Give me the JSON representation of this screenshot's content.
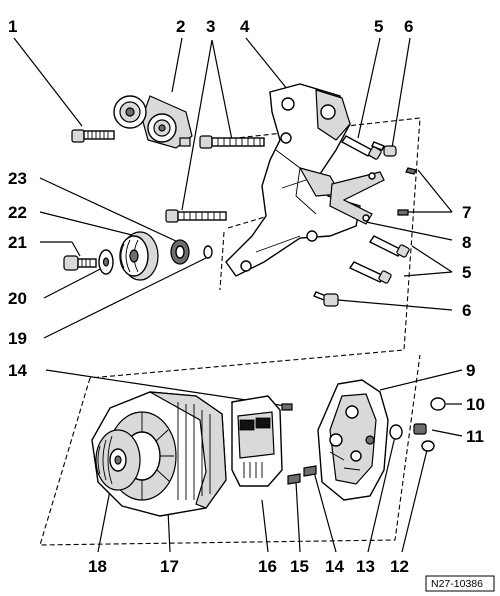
{
  "diagram": {
    "reference": "N27-10386",
    "callouts": {
      "c1": "1",
      "c2": "2",
      "c3": "3",
      "c4": "4",
      "c5": "5",
      "c6": "6",
      "c23": "23",
      "c22": "22",
      "c21": "21",
      "c20": "20",
      "c19": "19",
      "c7": "7",
      "c8": "8",
      "c5b": "5",
      "c6b": "6",
      "c14": "14",
      "c9": "9",
      "c10": "10",
      "c11": "11",
      "c18": "18",
      "c17": "17",
      "c16": "16",
      "c15": "15",
      "c14b": "14",
      "c13": "13",
      "c12": "12"
    }
  }
}
